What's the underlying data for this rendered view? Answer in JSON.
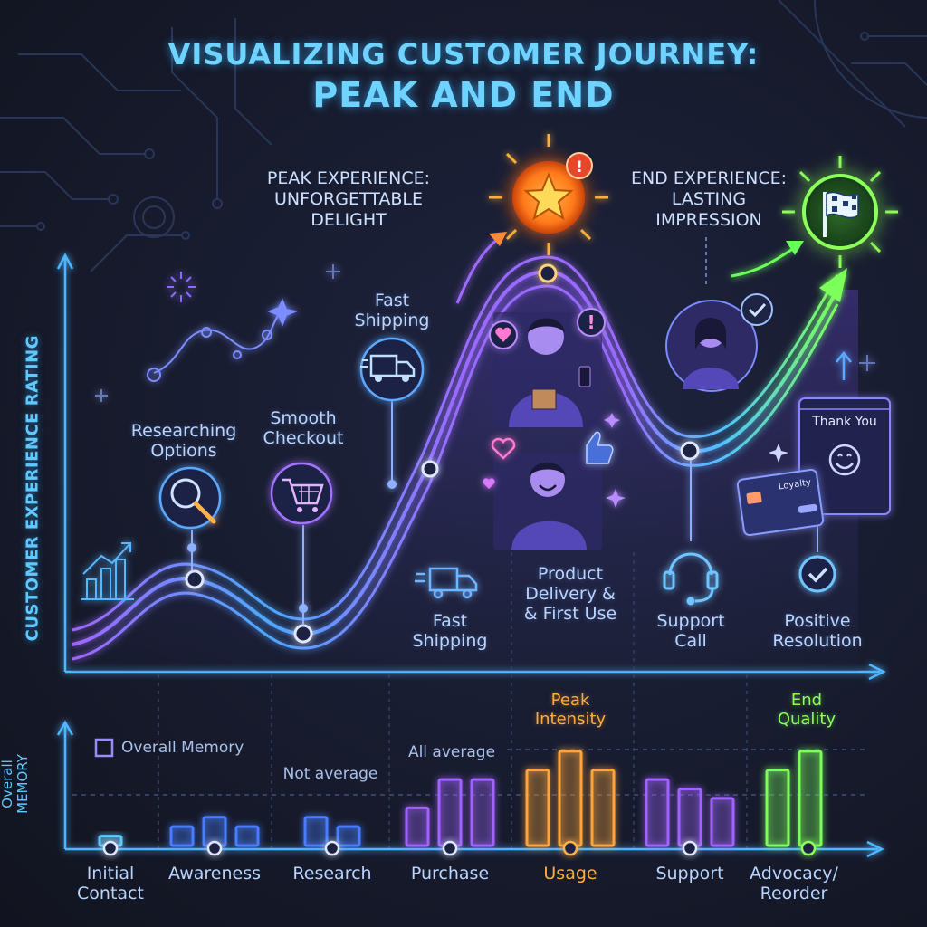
{
  "title": {
    "line1": "VISUALIZING CUSTOMER JOURNEY:",
    "line2": "PEAK AND END"
  },
  "y_axis_label": "CUSTOMER EXPERIENCE RATING",
  "memory_axis_label": {
    "line1": "Overall",
    "line2": "MEMORY"
  },
  "peak_callout": {
    "line1": "PEAK EXPERIENCE:",
    "line2": "UNFORGETTABLE",
    "line3": "DELIGHT"
  },
  "end_callout": {
    "line1": "END EXPERIENCE:",
    "line2": "LASTING",
    "line3": "IMPRESSION"
  },
  "stages": {
    "researching": {
      "line1": "Researching",
      "line2": "Options"
    },
    "checkout": {
      "line1": "Smooth",
      "line2": "Checkout"
    },
    "fast_shipping_top": {
      "line1": "Fast",
      "line2": "Shipping"
    },
    "fast_shipping_bottom": {
      "line1": "Fast",
      "line2": "Shipping"
    },
    "delivery": {
      "line1": "Product",
      "line2": "Delivery &",
      "line3": "& First Use"
    },
    "support_call": {
      "line1": "Support",
      "line2": "Call"
    },
    "resolution": {
      "line1": "Positive",
      "line2": "Resolution"
    }
  },
  "thank_you_card": "Thank You",
  "loyalty_card": "Loyalty",
  "legend": {
    "overall_memory": "Overall Memory"
  },
  "annotations": {
    "not_average": "Not average",
    "all_average": "All average",
    "peak_intensity": {
      "line1": "Peak",
      "line2": "Intensity"
    },
    "end_quality": {
      "line1": "End",
      "line2": "Quality"
    }
  },
  "categories": [
    {
      "line1": "Initial",
      "line2": "Contact"
    },
    {
      "line1": "Awareness",
      "line2": ""
    },
    {
      "line1": "Research",
      "line2": ""
    },
    {
      "line1": "Purchase",
      "line2": ""
    },
    {
      "line1": "Usage",
      "line2": ""
    },
    {
      "line1": "Support",
      "line2": ""
    },
    {
      "line1": "Advocacy/",
      "line2": "Reorder"
    }
  ],
  "colors": {
    "cyan": "#5ec8ff",
    "blue": "#4a7dff",
    "purple": "#a064ff",
    "orange": "#ffa43a",
    "green": "#7cff5a",
    "text": "#b9d4ff"
  },
  "chart_data": {
    "type": "bar",
    "categories": [
      "Initial Contact",
      "Awareness",
      "Research",
      "Purchase",
      "Usage",
      "Support",
      "Advocacy/Reorder"
    ],
    "values": [
      [
        1
      ],
      [
        2,
        3,
        2
      ],
      [
        3,
        2
      ],
      [
        4,
        7,
        7
      ],
      [
        8,
        10,
        8
      ],
      [
        7,
        6,
        5
      ],
      [
        8,
        10
      ]
    ],
    "series_groups": [
      "cyan",
      "blue",
      "blue",
      "purple",
      "orange",
      "purple",
      "green"
    ],
    "ylim": [
      0,
      12
    ]
  },
  "icons": [
    "star-icon",
    "flag-icon",
    "magnifier-icon",
    "cart-icon",
    "truck-icon",
    "headset-icon",
    "check-icon",
    "heart-icon",
    "thumbs-up-icon",
    "bar-chart-icon"
  ]
}
